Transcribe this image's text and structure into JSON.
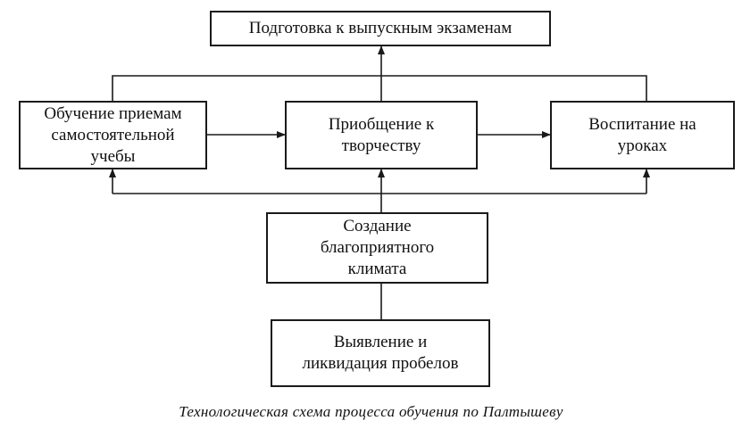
{
  "diagram": {
    "boxes": {
      "exam_prep": "Подготовка к выпускным экзаменам",
      "self_study": "Обучение приемам\nсамостоятельной\nучебы",
      "creativity": "Приобщение к\nтворчеству",
      "upbringing": "Воспитание на\nуроках",
      "climate": "Создание\nблагоприятного\nклимата",
      "gaps": "Выявление и\nликвидация пробелов"
    },
    "caption": "Технологическая схема процесса обучения по Палтышеву"
  }
}
